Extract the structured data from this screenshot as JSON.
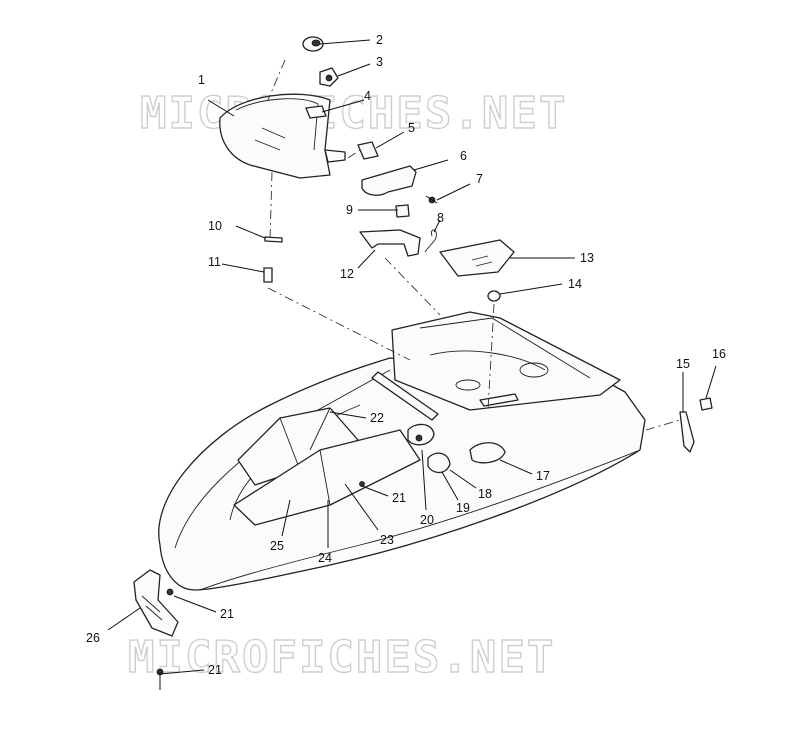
{
  "watermark_top": "MICROFICHES.NET",
  "watermark_bottom": "MICROFICHES.NET",
  "callouts": {
    "c1": "1",
    "c2": "2",
    "c3": "3",
    "c4": "4",
    "c5": "5",
    "c6": "6",
    "c7": "7",
    "c8": "8",
    "c9": "9",
    "c10": "10",
    "c11": "11",
    "c12": "12",
    "c13": "13",
    "c14": "14",
    "c15": "15",
    "c16": "16",
    "c17": "17",
    "c18": "18",
    "c19": "19",
    "c20": "20",
    "c21a": "21",
    "c21b": "21",
    "c21c": "21",
    "c22": "22",
    "c23": "23",
    "c24": "24",
    "c25": "25",
    "c26": "26"
  }
}
